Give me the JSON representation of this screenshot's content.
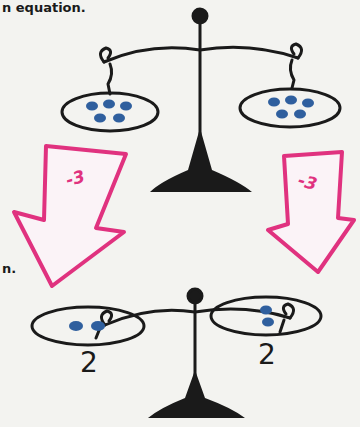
{
  "diagram": {
    "nodes": [
      {
        "text": [
          "-3"
        ]
      },
      {
        "text": [
          "-3"
        ]
      }
    ],
    "labels": [
      "n equation.",
      "n.",
      "2",
      "2"
    ]
  }
}
